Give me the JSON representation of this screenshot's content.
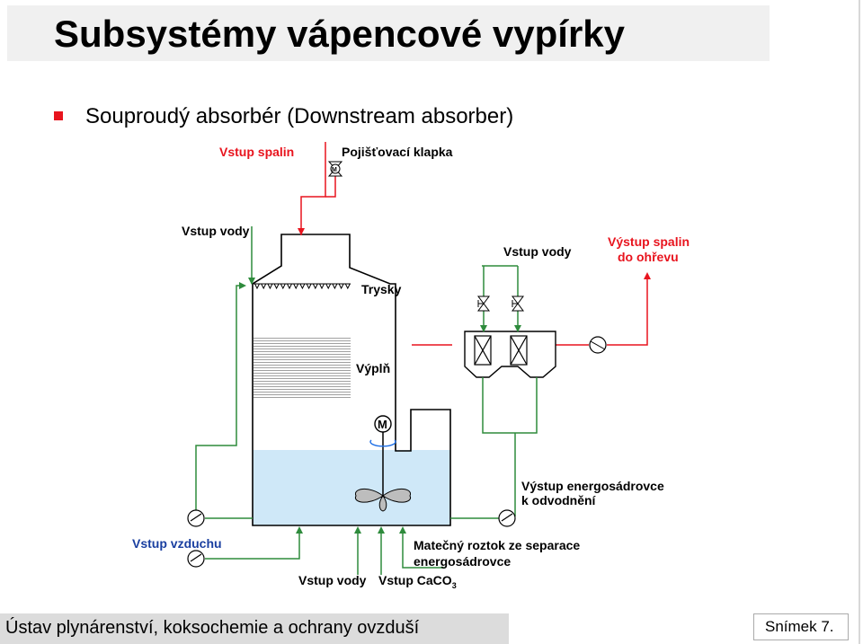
{
  "slide": {
    "title": "Subsystémy vápencové vypírky",
    "subtitle": "Souproudý absorbér (Downstream absorber)",
    "footer": "Ústav plynárenství, koksochemie a ochrany ovzduší",
    "slide_number": "Snímek 7."
  },
  "diagram": {
    "labels": {
      "flue_gas_in": "Vstup spalin",
      "safety_damper": "Pojišťovací klapka",
      "water_in_left": "Vstup vody",
      "water_in_right": "Vstup vody",
      "flue_gas_out_1": "Výstup spalin",
      "flue_gas_out_2": "do ohřevu",
      "nozzles": "Trysky",
      "packing": "Výplň",
      "motor": "M",
      "valve_motor": "M",
      "gypsum_out_1": "Výstup energosádrovce",
      "gypsum_out_2": "k odvodnění",
      "air_in": "Vstup vzduchu",
      "mother_liquor_1": "Matečný roztok ze separace",
      "mother_liquor_2": "energosádrovce",
      "water_in_bottom": "Vstup vody",
      "caco3_in": "Vstup CaCO",
      "caco3_sub": "3"
    },
    "colors": {
      "red": "#e8141e",
      "green": "#2e8b3c",
      "liquid": "#cfe8f8",
      "blue_arrow": "#1e6fe6"
    }
  }
}
